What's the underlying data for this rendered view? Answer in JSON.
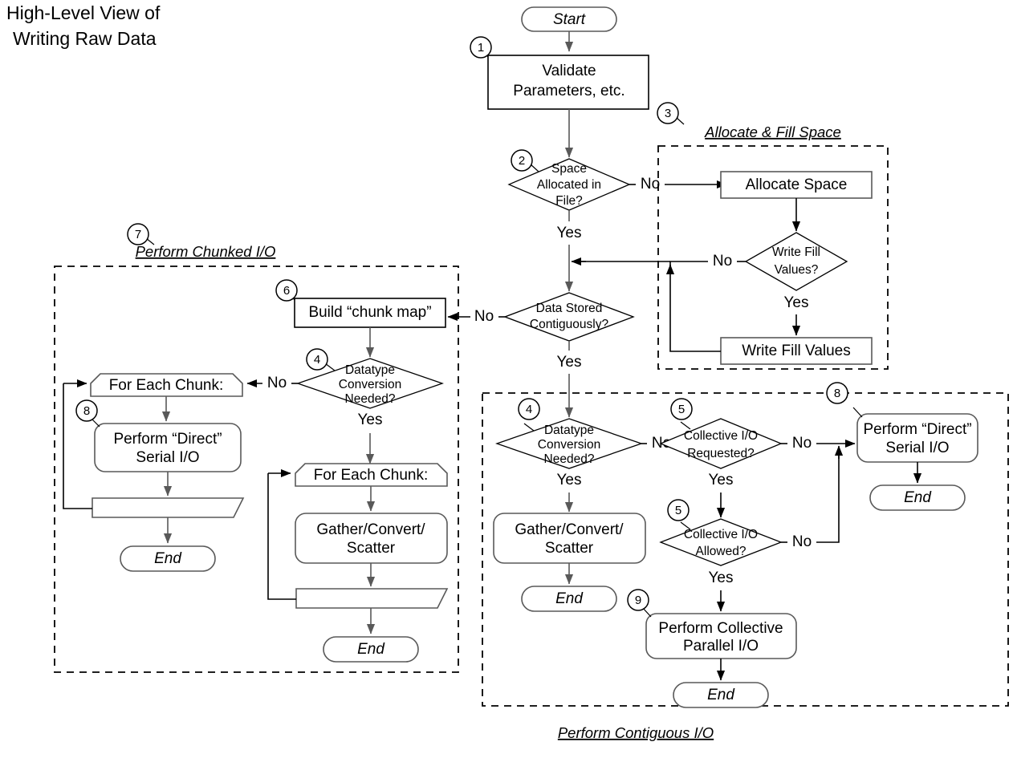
{
  "title": {
    "line1": "High-Level View of",
    "line2": "Writing Raw Data"
  },
  "groups": {
    "allocate_fill": "Allocate & Fill Space",
    "chunked_io": "Perform Chunked I/O",
    "contiguous_io": "Perform Contiguous I/O"
  },
  "terminators": {
    "start": "Start",
    "end": "End"
  },
  "nodes": {
    "validate": "Validate\nParameters, etc.",
    "validate_l1": "Validate",
    "validate_l2": "Parameters, etc.",
    "allocate_space": "Allocate Space",
    "write_fill_values": "Write Fill Values",
    "build_chunk_map": "Build “chunk map”",
    "for_each_chunk": "For Each Chunk:",
    "perform_direct_serial_l1": "Perform “Direct”",
    "perform_direct_serial_l2": "Serial I/O",
    "gather_convert_l1": "Gather/Convert/",
    "gather_convert_l2": "Scatter",
    "perform_collective_l1": "Perform Collective",
    "perform_collective_l2": "Parallel I/O"
  },
  "decisions": {
    "space_allocated_l1": "Space",
    "space_allocated_l2": "Allocated in",
    "space_allocated_l3": "File?",
    "write_fill_l1": "Write Fill",
    "write_fill_l2": "Values?",
    "data_stored_l1": "Data Stored",
    "data_stored_l2": "Contiguously?",
    "datatype_conv_l1": "Datatype",
    "datatype_conv_l2": "Conversion",
    "datatype_conv_l3": "Needed?",
    "collective_requested_l1": "Collective I/O",
    "collective_requested_l2": "Requested?",
    "collective_allowed_l1": "Collective I/O",
    "collective_allowed_l2": "Allowed?"
  },
  "edge_labels": {
    "yes": "Yes",
    "no": "No"
  },
  "badges": {
    "b1": "1",
    "b2": "2",
    "b3": "3",
    "b4a": "4",
    "b4b": "4",
    "b5a": "5",
    "b5b": "5",
    "b6": "6",
    "b7": "7",
    "b8a": "8",
    "b8b": "8",
    "b9": "9"
  },
  "colors": {
    "stroke": "#000000",
    "stroke_gray": "#595959",
    "background": "#ffffff"
  }
}
